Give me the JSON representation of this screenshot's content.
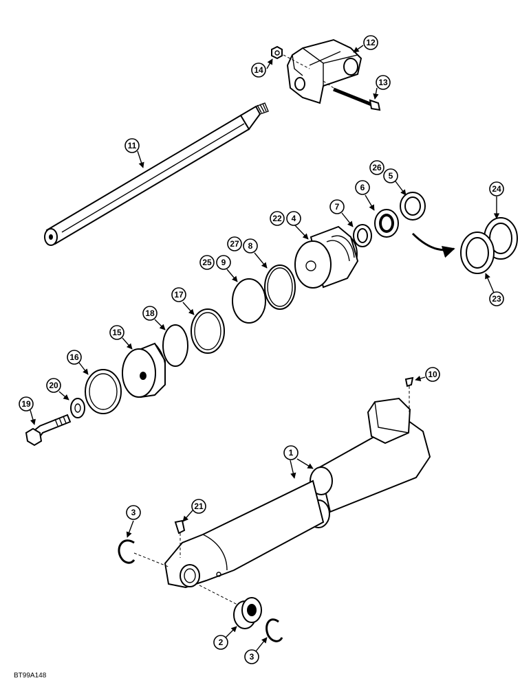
{
  "figure_id": "BT99A148",
  "callouts": [
    "1",
    "2",
    "3",
    "3",
    "4",
    "5",
    "6",
    "7",
    "8",
    "9",
    "10",
    "11",
    "12",
    "13",
    "14",
    "15",
    "16",
    "17",
    "18",
    "19",
    "20",
    "21",
    "22",
    "23",
    "24",
    "25",
    "26",
    "27"
  ]
}
